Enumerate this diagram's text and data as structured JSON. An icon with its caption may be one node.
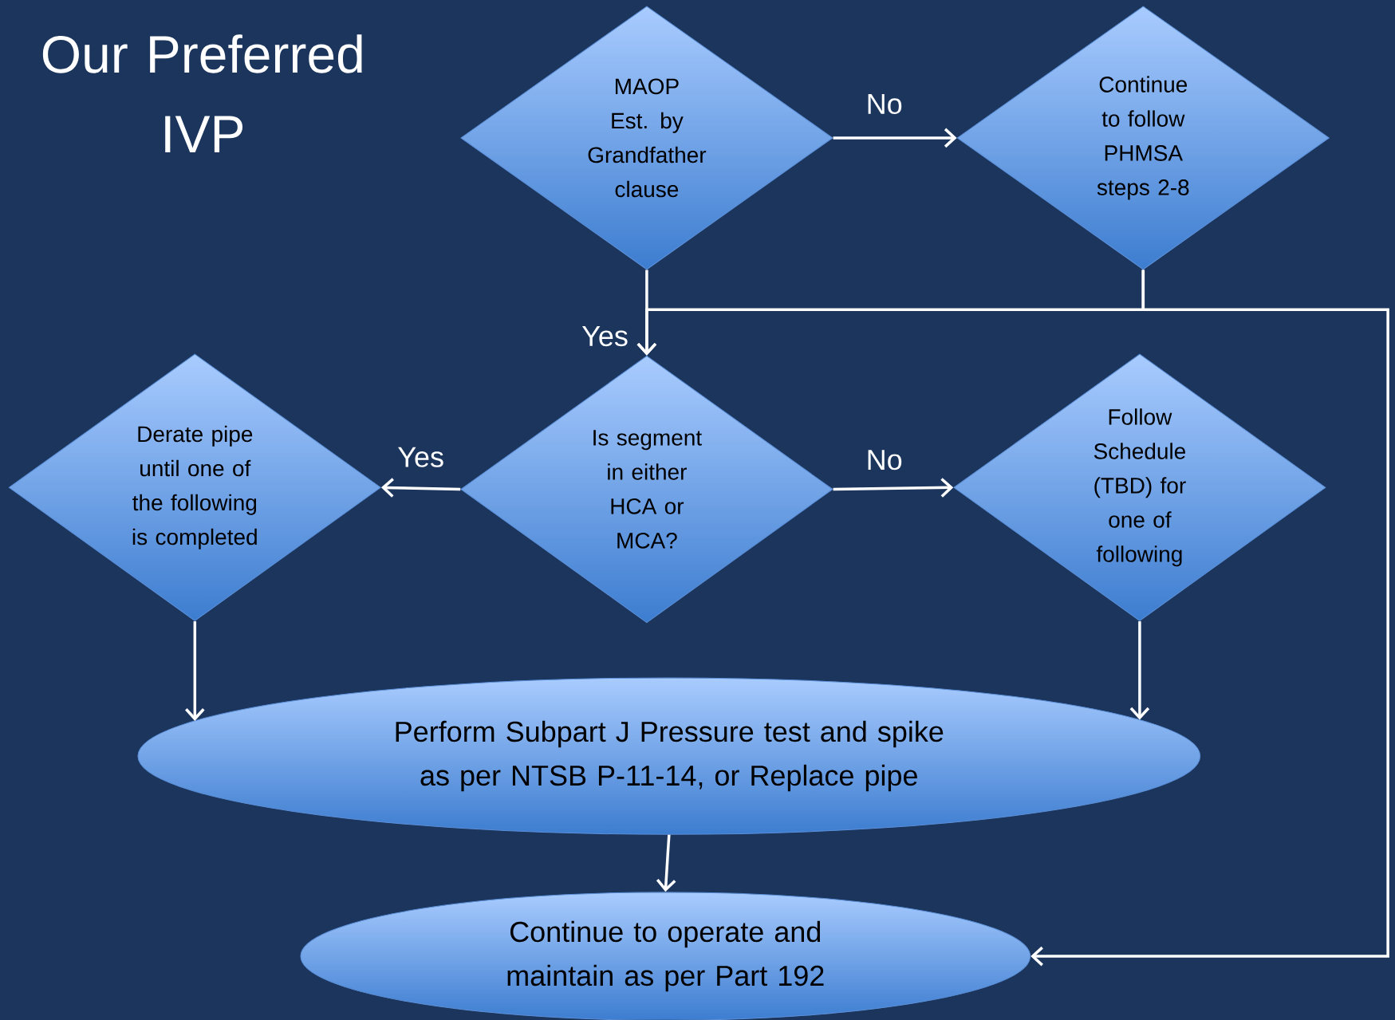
{
  "diagram": {
    "title": "Our Preferred IVP",
    "nodes": [
      {
        "text": [
          "MAOP Est. by Grandfather clause"
        ]
      },
      {
        "text": [
          "Continue to follow PHMSA steps 2-8"
        ]
      },
      {
        "text": [
          "Is segment in either HCA or MCA?"
        ]
      },
      {
        "text": [
          "Derate pipe until one of the following is completed"
        ]
      },
      {
        "text": [
          "Follow Schedule (TBD) for one of following"
        ]
      },
      {
        "text": [
          "Perform Subpart J Pressure test and spike as per NTSB P-11-14, or Replace pipe"
        ]
      },
      {
        "text": [
          "Continue to operate and maintain as per Part 192"
        ]
      }
    ],
    "edges": [
      {
        "from": 0,
        "to": 1,
        "arrow": "to",
        "label": "No"
      },
      {
        "from": 0,
        "to": 2,
        "arrow": "to",
        "label": "Yes"
      },
      {
        "from": 1,
        "to": 2,
        "arrow": "to"
      },
      {
        "from": 1,
        "to": 6,
        "arrow": "to"
      },
      {
        "from": 2,
        "to": 3,
        "arrow": "to",
        "label": "Yes"
      },
      {
        "from": 2,
        "to": 4,
        "arrow": "to",
        "label": "No"
      },
      {
        "from": 3,
        "to": 5,
        "arrow": "to"
      },
      {
        "from": 4,
        "to": 5,
        "arrow": "to"
      },
      {
        "from": 5,
        "to": 6,
        "arrow": "to"
      }
    ]
  }
}
